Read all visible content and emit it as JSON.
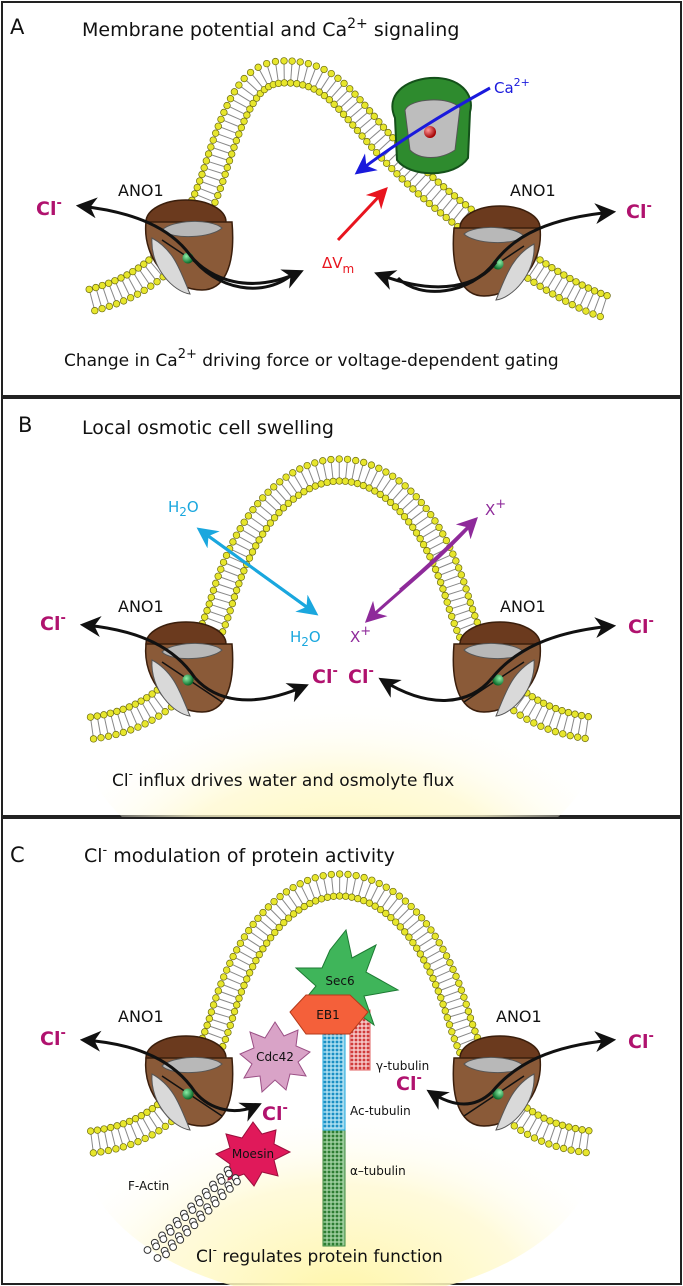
{
  "panels": [
    {
      "letter": "A",
      "title": "Membrane potential and Ca2+ signaling",
      "caption": "Change in Ca2+ driving force or voltage-dependent gating",
      "channel_left": "ANO1",
      "channel_right": "ANO1",
      "cl_left": "Cl-",
      "cl_right": "Cl-",
      "ca_label": "Ca2+",
      "dvm_label": "ΔVm"
    },
    {
      "letter": "B",
      "title": "Local osmotic cell swelling",
      "caption": "Cl- influx drives water and osmolyte flux",
      "channel_left": "ANO1",
      "channel_right": "ANO1",
      "cl_left": "Cl-",
      "cl_right": "Cl-",
      "cl_in_left": "Cl-",
      "cl_in_right": "Cl-",
      "h2o_out": "H2O",
      "h2o_in": "H2O",
      "x_out": "X+",
      "x_in": "X+"
    },
    {
      "letter": "C",
      "title": "Cl- modulation of protein activity",
      "caption": "Cl- regulates protein function",
      "channel_left": "ANO1",
      "channel_right": "ANO1",
      "cl_left": "Cl-",
      "cl_right": "Cl-",
      "cl_in_left": "Cl-",
      "cl_in_right": "Cl-",
      "proteins": {
        "sec6": "Sec6",
        "eb1": "EB1",
        "cdc42": "Cdc42",
        "moesin": "Moesin",
        "factin": "F-Actin",
        "gamma_tubulin": "γ-tubulin",
        "ac_tubulin": "Ac-tubulin",
        "alpha_tubulin": "α–tubulin"
      }
    }
  ],
  "colors": {
    "chloride": "#b0126e",
    "calcium": "#1a1adc",
    "voltage": "#e8141e",
    "water": "#1aa7de",
    "cation": "#8e2a9a",
    "lipid_head": "#e7e62c",
    "cytoplasm_glow": "#fff3a0",
    "channel": "#7a4a2a",
    "ca_channel": "#2e8b2e"
  }
}
